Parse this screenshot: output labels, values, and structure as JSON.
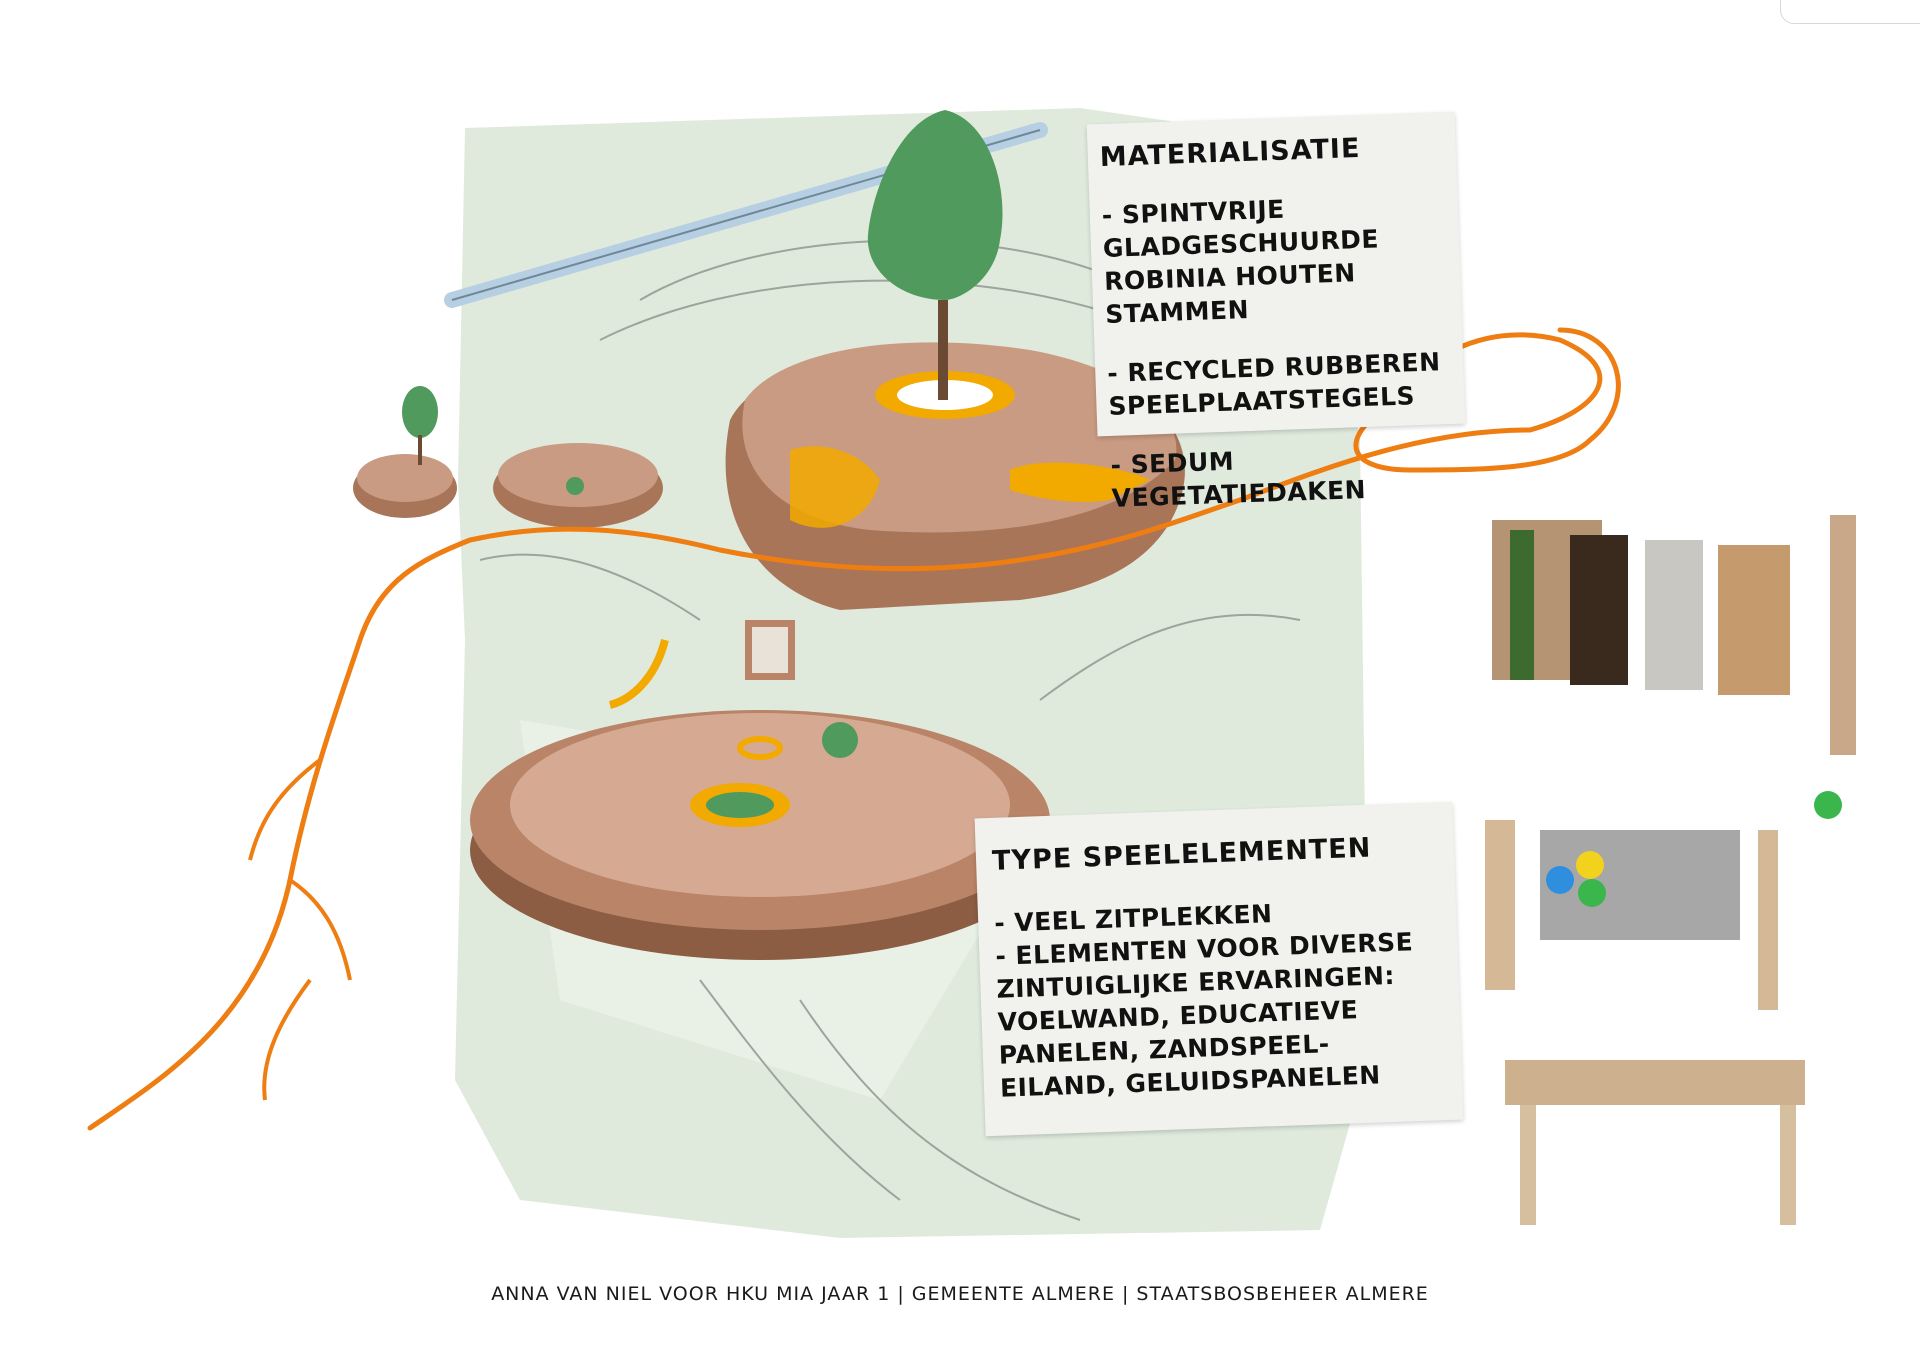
{
  "materialisatie": {
    "title": "MATERIALISATIE",
    "items": [
      "- SPINTVRIJE GLADGESCHUURDE ROBINIA HOUTEN STAMMEN",
      "- RECYCLED RUBBEREN SPEELPLAATSTEGELS",
      "- SEDUM VEGETATIEDAKEN"
    ]
  },
  "speelelementen": {
    "title": "TYPE SPEELELEMENTEN",
    "items": [
      "- VEEL ZITPLEKKEN",
      "- ELEMENTEN VOOR DIVERSE ZINTUIGLIJKE ERVARINGEN: VOELWAND, EDUCATIEVE PANELEN, ZANDSPEEL-EILAND, GELUIDSPANELEN"
    ]
  },
  "footer": "ANNA VAN NIEL VOOR HKU MIA JAAR 1 | GEMEENTE ALMERE | STAATSBOSBEHEER ALMERE",
  "colors": {
    "site_green": "#dce9dc",
    "clay": "#b98467",
    "path_orange": "#ee7d12",
    "accent_yellow": "#f2a900",
    "tree_green": "#4f9a5c"
  }
}
